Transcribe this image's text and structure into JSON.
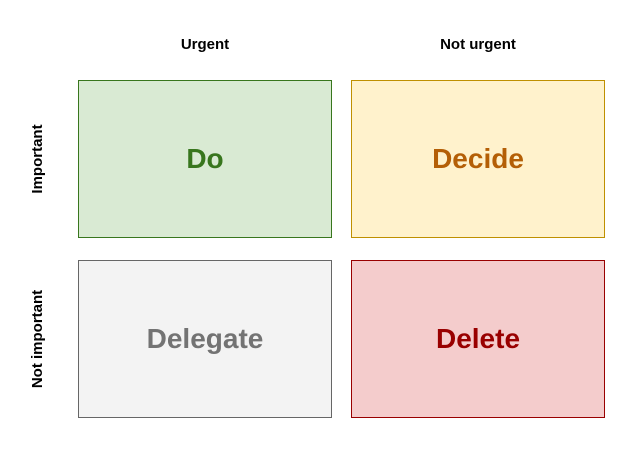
{
  "columns": {
    "urgent": "Urgent",
    "not_urgent": "Not urgent"
  },
  "rows": {
    "important": "Important",
    "not_important": "Not important"
  },
  "quadrants": {
    "do": {
      "label": "Do",
      "fill": "#d9ead3",
      "border": "#38761d",
      "text": "#38761d"
    },
    "decide": {
      "label": "Decide",
      "fill": "#fff2cc",
      "border": "#bf9000",
      "text": "#b45f06"
    },
    "delegate": {
      "label": "Delegate",
      "fill": "#f3f3f3",
      "border": "#666666",
      "text": "#737373"
    },
    "delete": {
      "label": "Delete",
      "fill": "#f4cccc",
      "border": "#990000",
      "text": "#990000"
    }
  }
}
